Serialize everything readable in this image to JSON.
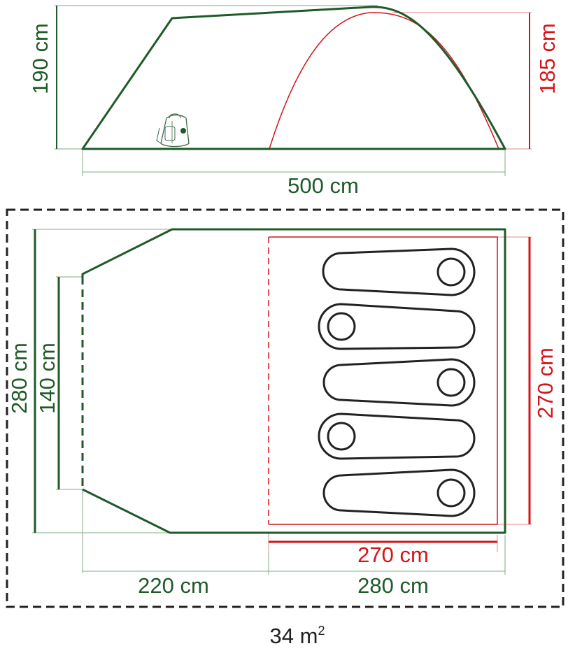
{
  "side_view": {
    "height_outer": "190 cm",
    "height_inner": "185 cm",
    "length": "500 cm"
  },
  "floor_plan": {
    "width_outer": "280 cm",
    "width_porch_door": "140 cm",
    "width_inner": "270 cm",
    "depth_inner": "270 cm",
    "porch_depth": "220 cm",
    "bedroom_depth": "280 cm",
    "sleeping_bags": 5
  },
  "area": {
    "value": "34 m",
    "superscript": "2"
  },
  "colors": {
    "outer": "#1f5a28",
    "inner": "#d4141a",
    "outline": "#222222",
    "guide": "#7fa985"
  }
}
